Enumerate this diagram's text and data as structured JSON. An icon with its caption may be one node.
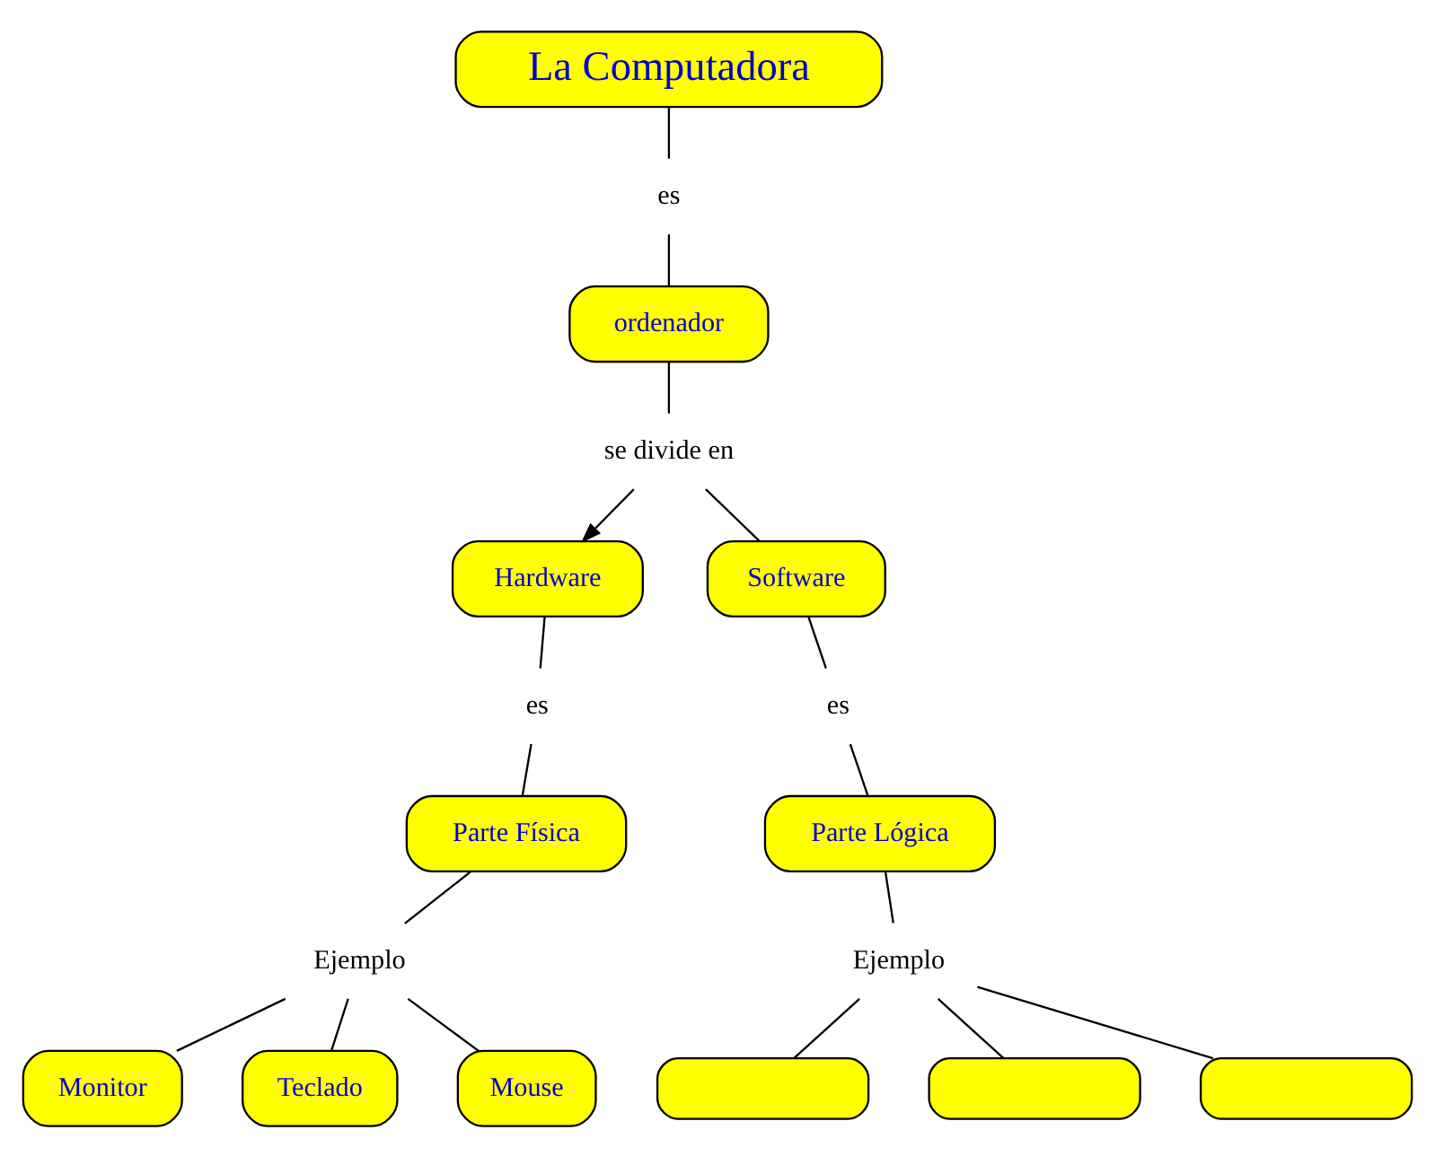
{
  "diagram": {
    "nodes": [
      {
        "text": [
          "La Computadora"
        ]
      },
      {
        "text": [
          "es"
        ]
      },
      {
        "text": [
          "ordenador"
        ]
      },
      {
        "text": [
          "se divide en"
        ]
      },
      {
        "text": [
          "Hardware"
        ]
      },
      {
        "text": [
          "Software"
        ]
      },
      {
        "text": [
          "es"
        ]
      },
      {
        "text": [
          "Parte Física"
        ]
      },
      {
        "text": [
          "es"
        ]
      },
      {
        "text": [
          "Parte Lógica"
        ]
      },
      {
        "text": [
          "Ejemplo"
        ]
      },
      {
        "text": [
          "Monitor"
        ]
      },
      {
        "text": [
          "Teclado"
        ]
      },
      {
        "text": [
          "Mouse"
        ]
      },
      {
        "text": [
          "Ejemplo"
        ]
      },
      {
        "text": [],
        "shape": "box"
      },
      {
        "text": [],
        "shape": "box"
      },
      {
        "text": [],
        "shape": "box"
      }
    ],
    "edges": [
      {
        "from": 0,
        "to": 1,
        "arrow": "none"
      },
      {
        "from": 1,
        "to": 2,
        "arrow": "none"
      },
      {
        "from": 2,
        "to": 3,
        "arrow": "none"
      },
      {
        "from": 3,
        "to": 4,
        "arrow": "to"
      },
      {
        "from": 3,
        "to": 5,
        "arrow": "none"
      },
      {
        "from": 4,
        "to": 6,
        "arrow": "none"
      },
      {
        "from": 6,
        "to": 7,
        "arrow": "none"
      },
      {
        "from": 5,
        "to": 8,
        "arrow": "none"
      },
      {
        "from": 8,
        "to": 9,
        "arrow": "none"
      },
      {
        "from": 7,
        "to": 10,
        "arrow": "none"
      },
      {
        "from": 10,
        "to": 11,
        "arrow": "none"
      },
      {
        "from": 10,
        "to": 12,
        "arrow": "none"
      },
      {
        "from": 10,
        "to": 13,
        "arrow": "none"
      },
      {
        "from": 9,
        "to": 14,
        "arrow": "none"
      },
      {
        "from": 14,
        "to": 15,
        "arrow": "none"
      },
      {
        "from": 14,
        "to": 16,
        "arrow": "none"
      },
      {
        "from": 14,
        "to": 17,
        "arrow": "none"
      }
    ]
  }
}
